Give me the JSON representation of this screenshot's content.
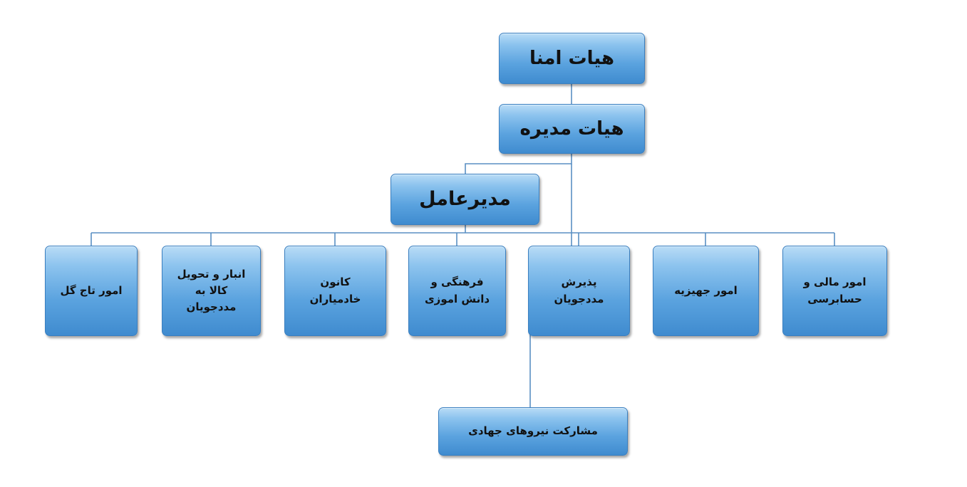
{
  "diagram": {
    "type": "org-chart",
    "colors": {
      "node_fill_top": "#b9dcf6",
      "node_fill_bottom": "#3f8bcf",
      "node_border": "#3a7fc0",
      "connector": "#5a8fc3",
      "text": "#111111"
    },
    "nodes": {
      "board_of_trustees": "هیات امنا",
      "board_of_directors": "هیات مدیره",
      "ceo": "مدیرعامل",
      "finance": "امور مالی و\nحسابرسی",
      "dowry": "امور جهیزیه",
      "admission": "پذیرش\nمددجویان",
      "culture": "فرهنگی و\nدانش اموزی",
      "kanoon": "کانون\nخادمیاران",
      "warehouse": "انبار و تحویل\nکالا به\nمددجویان",
      "crown": "امور تاج گل",
      "jahadi": "مشارکت نیروهای جهادی"
    },
    "edges": [
      [
        "board_of_trustees",
        "board_of_directors"
      ],
      [
        "board_of_directors",
        "ceo"
      ],
      [
        "board_of_directors",
        "admission"
      ],
      [
        "ceo",
        "finance"
      ],
      [
        "ceo",
        "dowry"
      ],
      [
        "ceo",
        "admission"
      ],
      [
        "ceo",
        "culture"
      ],
      [
        "ceo",
        "kanoon"
      ],
      [
        "ceo",
        "warehouse"
      ],
      [
        "ceo",
        "crown"
      ],
      [
        "admission",
        "jahadi"
      ]
    ]
  }
}
